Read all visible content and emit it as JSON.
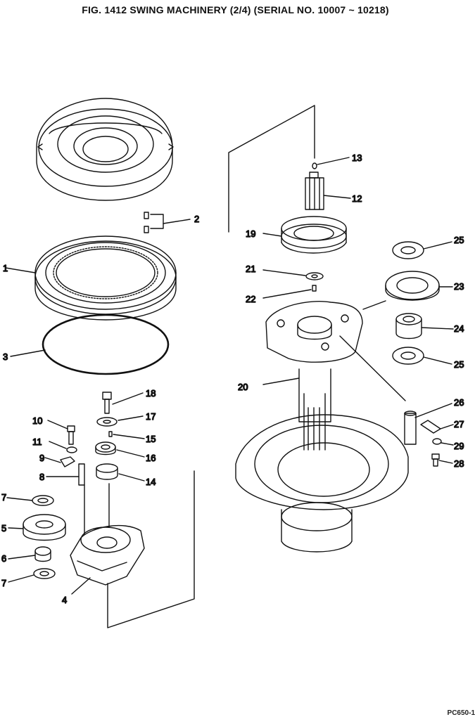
{
  "title": "FIG. 1412  SWING MACHINERY (2/4) (SERIAL NO. 10007 ~ 10218)",
  "doc_number": "PC650-1",
  "colors": {
    "ink": "#111111",
    "paper": "#ffffff"
  },
  "callouts": [
    "1",
    "2",
    "3",
    "4",
    "5",
    "6",
    "7",
    "7",
    "8",
    "9",
    "10",
    "11",
    "12",
    "13",
    "14",
    "15",
    "16",
    "17",
    "18",
    "19",
    "20",
    "21",
    "22",
    "23",
    "24",
    "25",
    "25",
    "26",
    "27",
    "28",
    "29"
  ]
}
